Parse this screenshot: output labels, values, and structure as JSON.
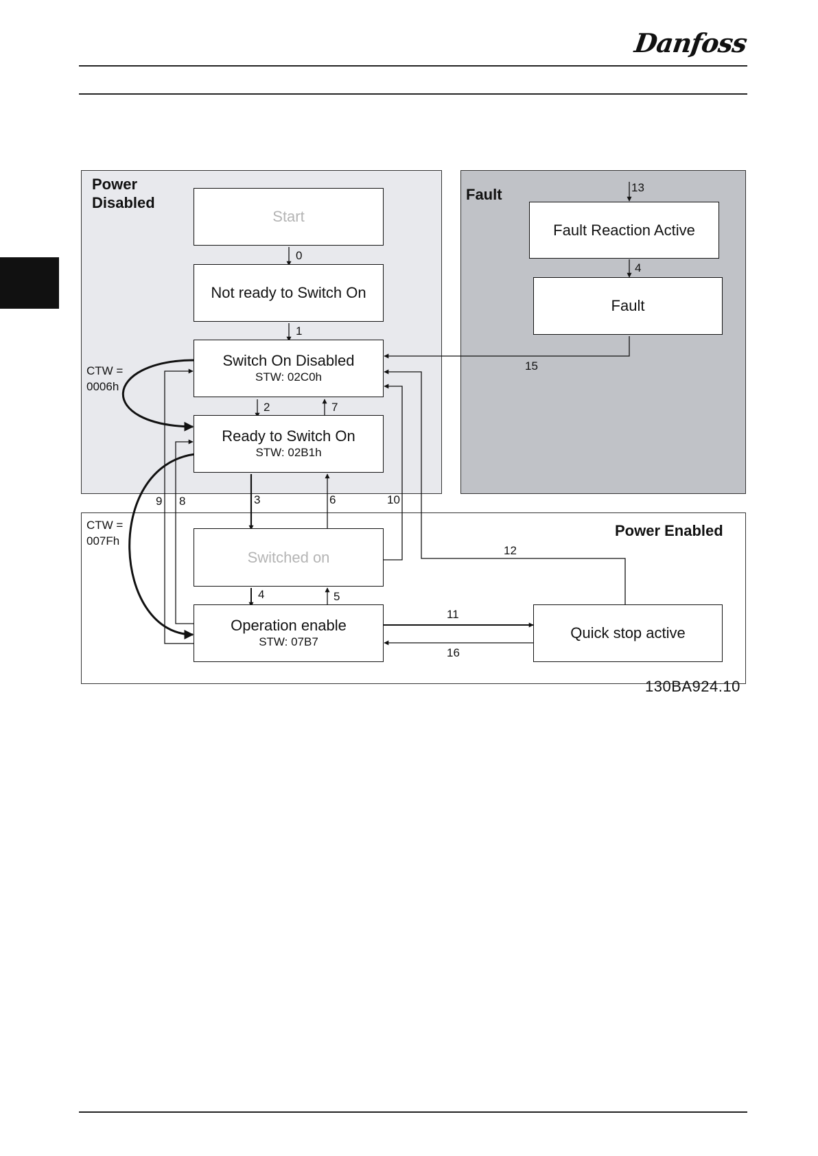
{
  "header": {
    "brand": "Danfoss"
  },
  "regions": {
    "power_disabled": "Power\nDisabled",
    "fault": "Fault",
    "power_enabled": "Power Enabled"
  },
  "states": {
    "start": {
      "name": "Start"
    },
    "not_ready": {
      "name": "Not ready to Switch On"
    },
    "switch_on_disabled": {
      "name": "Switch On Disabled",
      "stw": "STW: 02C0h"
    },
    "ready": {
      "name": "Ready to Switch On",
      "stw": "STW: 02B1h"
    },
    "switched_on": {
      "name": "Switched on"
    },
    "operation_enable": {
      "name": "Operation enable",
      "stw": "STW: 07B7"
    },
    "quick_stop": {
      "name": "Quick stop active"
    },
    "fault_reaction": {
      "name": "Fault Reaction Active"
    },
    "fault": {
      "name": "Fault"
    }
  },
  "transitions": [
    "0",
    "1",
    "2",
    "3",
    "4",
    "5",
    "6",
    "7",
    "8",
    "9",
    "10",
    "11",
    "12",
    "13",
    "4",
    "15",
    "16"
  ],
  "ctw_labels": [
    "CTW =\n0006h",
    "CTW =\n007Fh"
  ],
  "figure_id": "130BA924.10",
  "colors": {
    "power_disabled_bg": "#e8e9ed",
    "fault_bg": "#c0c2c7",
    "faded_text": "#b4b4b4"
  }
}
